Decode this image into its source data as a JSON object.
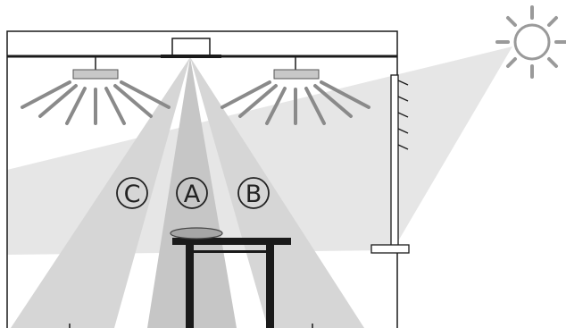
{
  "labels": {
    "a": "A",
    "b": "B",
    "c": "C"
  },
  "colors": {
    "outline": "#1a1a1a",
    "beam_light": "#e6e6e6",
    "beam_mid": "#d4d4d4",
    "beam_dark": "#c4c4c4",
    "lamp": "#c8c8c8",
    "rays": "#8a8a8a",
    "sun": "#9a9a9a",
    "plate": "#a6a6a6"
  },
  "icons": {
    "sun": "sun-icon",
    "ceiling_lamps": "ceiling-lamp-icon",
    "sensor": "sensor-icon",
    "table": "table-icon",
    "plate": "plate-icon",
    "blind": "window-blind-icon"
  }
}
